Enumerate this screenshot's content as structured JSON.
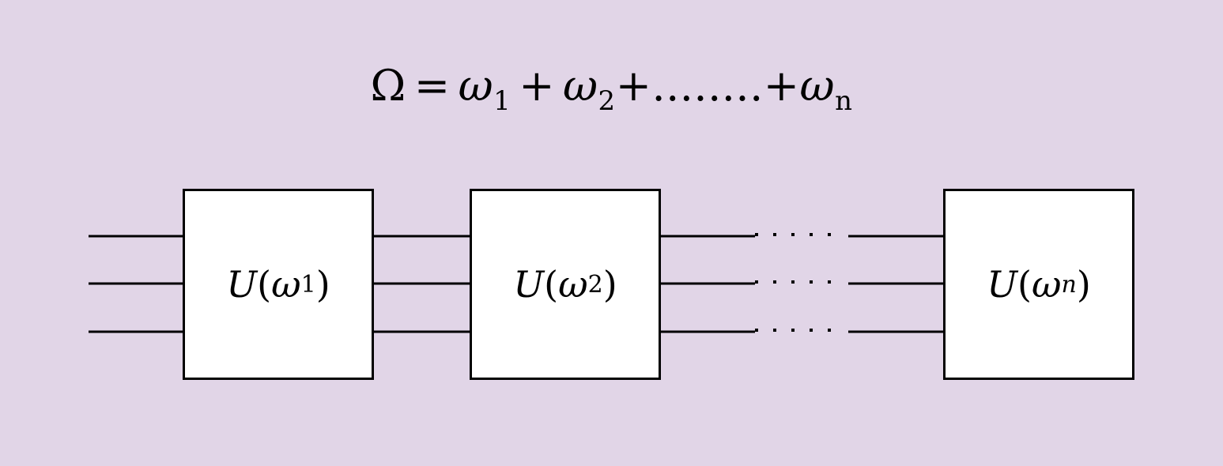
{
  "colors": {
    "background": "#e1d5e7",
    "block_fill": "#ffffff",
    "stroke": "#000000"
  },
  "equation": {
    "lhs": "Ω",
    "equals": "=",
    "terms": [
      {
        "symbol": "ω",
        "subscript": "1"
      },
      {
        "symbol": "ω",
        "subscript": "2"
      },
      {
        "symbol": "ω",
        "subscript": "n"
      }
    ],
    "plus": "+",
    "ellipsis": "........"
  },
  "blocks": [
    {
      "func": "U",
      "open": "(",
      "symbol": "ω",
      "subscript": "1",
      "close": ")"
    },
    {
      "func": "U",
      "open": "(",
      "symbol": "ω",
      "subscript": "2",
      "close": ")"
    },
    {
      "func": "U",
      "open": "(",
      "symbol": "ω",
      "subscript": "n",
      "close": ")"
    }
  ],
  "wire_count": 3
}
